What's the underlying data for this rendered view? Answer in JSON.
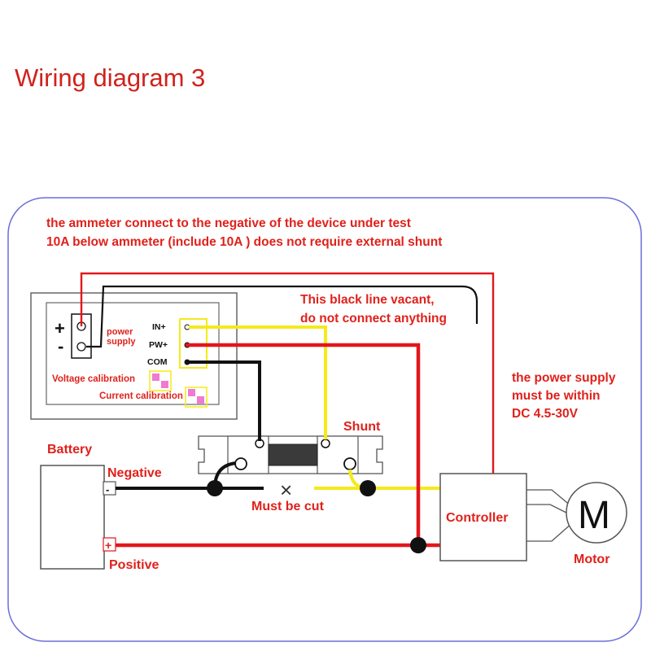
{
  "title": "Wiring diagram 3",
  "notes": {
    "line1": "the ammeter connect to the negative of the device under test",
    "line2": "10A below ammeter (include 10A ) does not require external shunt",
    "vacant1": "This black line vacant,",
    "vacant2": "do not connect anything",
    "supply1": "the power supply",
    "supply2": "must be within",
    "supply3": "DC 4.5-30V"
  },
  "meter": {
    "plus": "+",
    "minus": "-",
    "power1": "power",
    "power2": "supply",
    "in": "IN+",
    "pw": "PW+",
    "com": "COM",
    "voltage_cal": "Voltage calibration",
    "current_cal": "Current calibration"
  },
  "labels": {
    "shunt": "Shunt",
    "battery": "Battery",
    "negative": "Negative",
    "positive": "Positive",
    "must_cut": "Must be cut",
    "cut_mark": "×",
    "bat_minus": "-",
    "bat_plus": "+",
    "controller": "Controller",
    "motor_letter": "M",
    "motor": "Motor"
  },
  "colors": {
    "red_text": "#e0211b",
    "red_wire": "#e3161b",
    "black_wire": "#111111",
    "yellow_wire": "#f5ea1c",
    "frame": "#6b6fd8",
    "pink": "#f07ad0"
  }
}
